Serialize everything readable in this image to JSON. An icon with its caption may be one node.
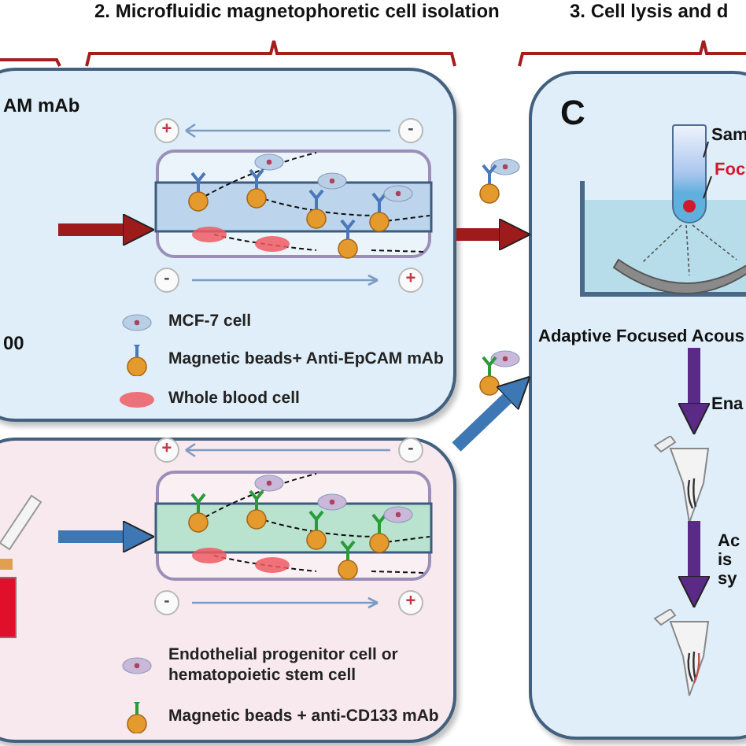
{
  "diagram": {
    "nodes": [
      {
        "text": [
          "AM mAb",
          "00"
        ]
      },
      {
        "text": [],
        "shape": "box",
        "in": 0
      },
      {
        "text": [],
        "shape": "box"
      },
      {
        "text": [],
        "shape": "box",
        "in": 2
      },
      {
        "text": [
          "C"
        ]
      },
      {
        "text": [],
        "shape": "picture",
        "in": 4
      },
      {
        "text": [
          "Sam"
        ],
        "in": 4
      },
      {
        "text": [
          "Foc"
        ],
        "in": 4
      },
      {
        "text": [
          "Adaptive Focused Acous"
        ],
        "in": 4
      },
      {
        "text": [],
        "shape": "picture",
        "in": 4
      },
      {
        "text": [],
        "shape": "picture",
        "in": 4
      }
    ],
    "edges": [
      {
        "from": null,
        "to": 1,
        "arrow": "to",
        "color": "#9e1b1b"
      },
      {
        "from": null,
        "to": 3,
        "arrow": "to",
        "color": "#3d78b5"
      },
      {
        "from": 0,
        "to": 4,
        "arrow": "to",
        "color": "#9e1b1b"
      },
      {
        "from": 2,
        "to": 4,
        "arrow": "to",
        "color": "#3d78b5"
      },
      {
        "from": 8,
        "to": 9,
        "arrow": "to",
        "label": "Ena",
        "color": "#5a2a86"
      },
      {
        "from": 9,
        "to": 10,
        "arrow": "to",
        "label": "Ac is sy",
        "color": "#5a2a86"
      },
      {
        "from": 6,
        "to": 5,
        "arrow": "none",
        "color": "#222222"
      },
      {
        "from": 7,
        "to": 5,
        "arrow": "none",
        "color": "#222222"
      }
    ],
    "labels": [
      "2. Microfluidic magnetophoretic cell isolation",
      "3. Cell lysis and d",
      "+",
      "-",
      "-",
      "+",
      "+",
      "-",
      "-",
      "+"
    ],
    "legend": [
      {
        "text": "MCF-7 cell"
      },
      {
        "text": "Magnetic beads+ Anti-EpCAM mAb"
      },
      {
        "text": "Whole blood cell"
      },
      {
        "text": "Endothelial progenitor cell or hematopoietic stem cell"
      },
      {
        "text": "Magnetic beads + anti-CD133 mAb"
      }
    ]
  }
}
